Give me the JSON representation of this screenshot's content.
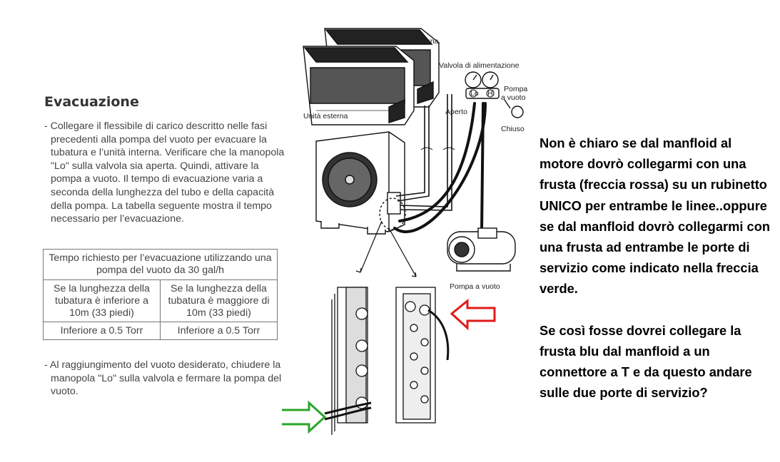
{
  "evacuation": {
    "title": "Evacuazione",
    "paragraph_1": "- Collegare il flessibile di carico descritto nelle fasi precedenti alla pompa del vuoto per evacuare la tubatura e l’unità interna. Verificare che la manopola \"Lo\" sulla valvola sia aperta. Quindi, attivare la pompa a vuoto. Il tempo di evacuazione varia a seconda della lunghezza del tubo e della capacità della pompa. La tabella seguente mostra il tempo necessario per l’evacuazione.",
    "paragraph_2": "- Al raggiungimento del vuoto desiderato, chiudere la manopola \"Lo\" sulla valvola e fermare la pompa del vuoto."
  },
  "table": {
    "header": "Tempo richiesto per l’evacuazione utilizzando una pompa del vuoto da 30 gal/h",
    "conditions": [
      "Se la lunghezza della tubatura è inferiore a 10m (33 piedi)",
      "Se la lunghezza della tubatura è maggiore di 10m (33 piedi)"
    ],
    "values": [
      "Inferiore a 0.5 Torr",
      "Inferiore a 0.5 Torr"
    ]
  },
  "diagram": {
    "labels": {
      "indoor_unit": "Unità interna",
      "supply_valve": "Valvola di alimentazione",
      "vacuum_pump_small_1": "Pompa",
      "vacuum_pump_small_2": "a vuoto",
      "open": "Aperto",
      "closed": "Chiuso",
      "outdoor_unit": "Unità esterna",
      "vacuum_pump": "Pompa a vuoto",
      "lo": "Lo",
      "hi": "Hi"
    },
    "arrow_colors": {
      "red": "#e01b1b",
      "green": "#2aa52a"
    }
  },
  "question": {
    "paragraph_1": "Non è chiaro se dal manfloid al motore dovrò collegarmi con una frusta (freccia rossa) su un rubinetto UNICO per entrambe le linee..oppure se dal manfloid dovrò collegarmi con una frusta ad entrambe le porte di servizio come indicato nella freccia verde.",
    "paragraph_2": "Se così fosse dovrei collegare la frusta blu dal manfloid a un connettore a T e da questo andare sulle due porte di servizio?"
  }
}
